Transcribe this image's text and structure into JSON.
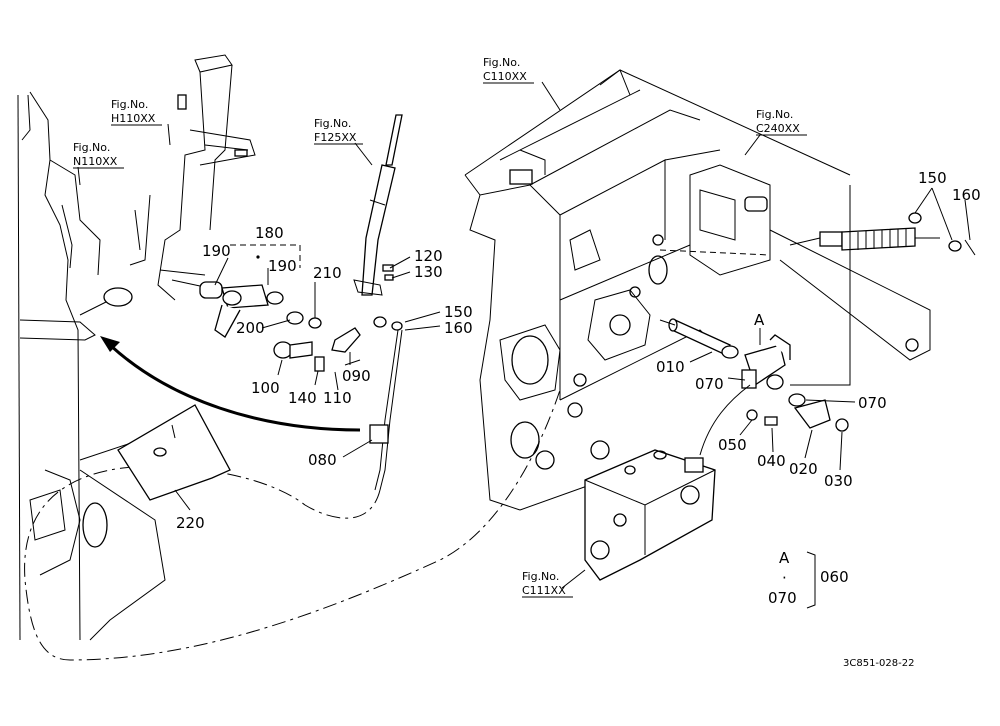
{
  "figure_refs": {
    "h110": {
      "line1": "Fig.No.",
      "line2": "H110XX"
    },
    "n110": {
      "line1": "Fig.No.",
      "line2": "N110XX"
    },
    "f125": {
      "line1": "Fig.No.",
      "line2": "F125XX"
    },
    "c110": {
      "line1": "Fig.No.",
      "line2": "C110XX"
    },
    "c240": {
      "line1": "Fig.No.",
      "line2": "C240XX"
    },
    "c111": {
      "line1": "Fig.No.",
      "line2": "C111XX"
    }
  },
  "callouts": {
    "p180": "180",
    "p190a": "190",
    "p190b": "190",
    "p210": "210",
    "p120": "120",
    "p130": "130",
    "p150l": "150",
    "p160l": "160",
    "p200": "200",
    "p090": "090",
    "p100": "100",
    "p140": "140",
    "p110": "110",
    "p080": "080",
    "p220": "220",
    "p150r": "150",
    "p160r": "160",
    "pA": "A",
    "p010": "010",
    "p070a": "070",
    "p070b": "070",
    "p050": "050",
    "p040": "040",
    "p020": "020",
    "p030": "030"
  },
  "assembly_key": {
    "top": "A",
    "dot": "·",
    "bottom": "070",
    "part": "060"
  },
  "drawing_code": "3C851-028-22"
}
